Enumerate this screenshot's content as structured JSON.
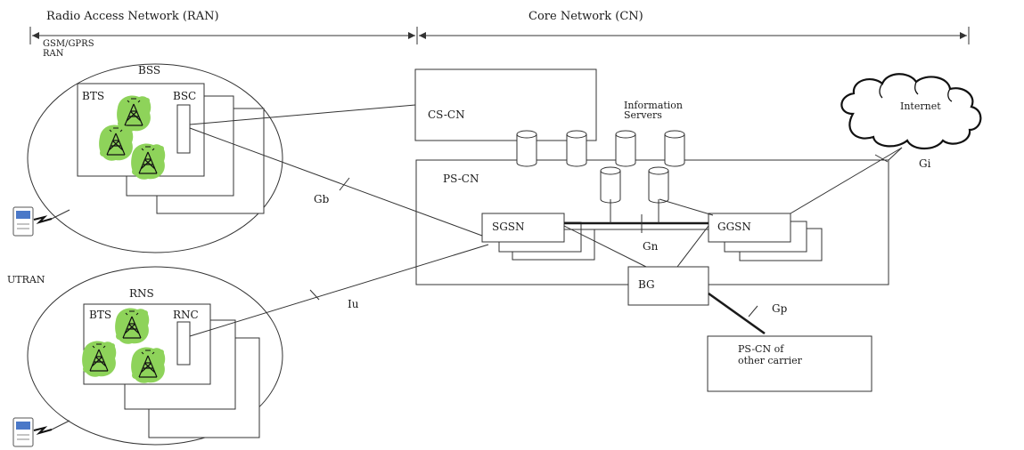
{
  "header": {
    "ran_title": "Radio Access Network (RAN)",
    "cn_title": "Core Network (CN)"
  },
  "ran": {
    "gsm_line1": "GSM/GPRS",
    "gsm_line2": "RAN",
    "utran": "UTRAN",
    "bss": {
      "label": "BSS",
      "bts": "BTS",
      "bsc": "BSC"
    },
    "rns": {
      "label": "RNS",
      "bts": "BTS",
      "rnc": "RNC"
    }
  },
  "cn": {
    "cs_cn": "CS-CN",
    "ps_cn": "PS-CN",
    "info_servers_line1": "Information",
    "info_servers_line2": "Servers",
    "sgsn": "SGSN",
    "ggsn": "GGSN",
    "bg": "BG",
    "internet": "Internet",
    "other_carrier_line1": "PS-CN of",
    "other_carrier_line2": "other carrier"
  },
  "interfaces": {
    "gb": "Gb",
    "iu": "Iu",
    "gn": "Gn",
    "gi": "Gi",
    "gp": "Gp"
  },
  "colors": {
    "tower_blob": "#8ed35a",
    "line": "#333333",
    "phone_screen": "#4a78c8"
  },
  "icons": [
    "radio-tower-icon",
    "mobile-phone-icon",
    "lightning-bolt-icon",
    "database-cylinder-icon",
    "cloud-icon",
    "arrowhead-icon"
  ]
}
